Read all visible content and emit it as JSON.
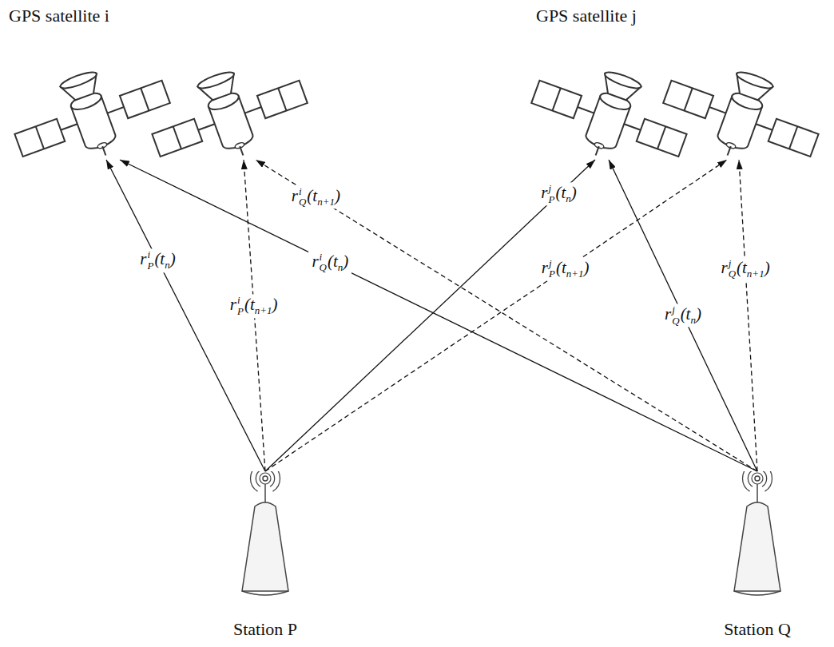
{
  "diagram": {
    "nodes": [
      {
        "text": [
          "GPS satellite i"
        ]
      },
      {
        "text": [
          "GPS satellite j"
        ]
      },
      {
        "text": [
          "Station P"
        ]
      },
      {
        "text": [
          "Station Q"
        ]
      }
    ],
    "edges": [
      {
        "from": 2,
        "to": 0,
        "arrow": "to",
        "label": "rPi(tn)"
      },
      {
        "from": 3,
        "to": 0,
        "arrow": "to",
        "label": "rQi(tn)"
      },
      {
        "from": 2,
        "to": 0,
        "arrow": "to",
        "label": "rPi(tn+1)"
      },
      {
        "from": 3,
        "to": 0,
        "arrow": "to",
        "label": "rQi(tn+1)"
      },
      {
        "from": 2,
        "to": 1,
        "arrow": "to",
        "label": "rPj(tn)"
      },
      {
        "from": 3,
        "to": 1,
        "arrow": "to",
        "label": "rQj(tn)"
      },
      {
        "from": 2,
        "to": 1,
        "arrow": "to",
        "label": "rPj(tn+1)"
      },
      {
        "from": 3,
        "to": 1,
        "arrow": "to",
        "label": "rQj(tn+1)"
      }
    ]
  }
}
